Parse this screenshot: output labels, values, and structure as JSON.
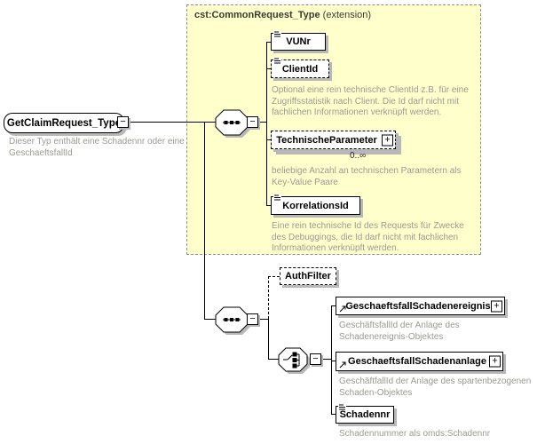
{
  "root": {
    "name": "GetClaimRequest_Type",
    "annotation": "Dieser Typ enthält eine Schadennr oder eine\nGeschaeftsfallId"
  },
  "extension_box": {
    "type_name": "cst:CommonRequest_Type",
    "kind": " (extension)"
  },
  "elements": {
    "vunr": {
      "name": "VUNr"
    },
    "clientid": {
      "name": "ClientId",
      "annotation": "Optional eine rein technische ClientId z.B. für eine\nZugriffsstatistik nach Client. Die Id darf nicht mit\nfachlichen Informationen verknüpft werden."
    },
    "technische_parameter": {
      "name": "TechnischeParameter",
      "multiplicity": "0..∞",
      "annotation": "beliebige Anzahl an technischen Parametern als\nKey-Value Paare"
    },
    "korrelationsid": {
      "name": "KorrelationsId",
      "annotation": "Eine rein technische Id des Requests für Zwecke\ndes Debuggings, die Id darf nicht mit fachlichen\nInformationen verknüpft werden."
    },
    "authfilter": {
      "name": "AuthFilter"
    },
    "geschaeftsfall_schadenereignis": {
      "name": "GeschaeftsfallSchadenereignis",
      "annotation": "GeschäftsfallId der Anlage des\nSchadenereignis-Objektes"
    },
    "geschaeftsfall_schadenanlage": {
      "name": "GeschaeftsfallSchadenanlage",
      "annotation": "GeschäftfallId der Anlage des spartenbezogenen\nSchaden-Objektes"
    },
    "schadennr": {
      "name": "Schadennr",
      "annotation": "Schadennummer als omds:Schadennr"
    }
  },
  "symbols": {
    "collapse": "−",
    "expand": "+"
  },
  "colors": {
    "extension_bg": "#ffffcc",
    "extension_border": "#8f8f8f",
    "shadow": "#b8b8b8",
    "annotation_text": "#9a9a91",
    "line": "#000000"
  }
}
